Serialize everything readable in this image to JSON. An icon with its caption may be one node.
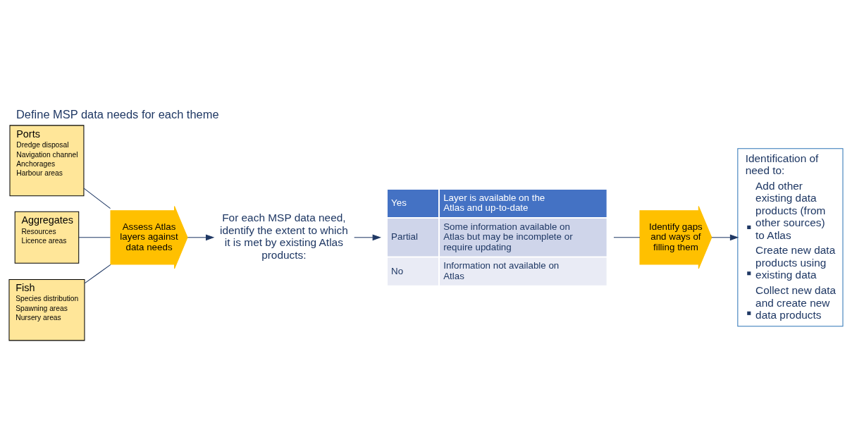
{
  "diagram": {
    "title": "Define MSP data needs for each theme",
    "nodes": [
      {
        "text": [
          "Ports",
          "Dredge disposal",
          "Navigation channel",
          "Anchorages",
          "Harbour areas"
        ]
      },
      {
        "text": [
          "Aggregates",
          "Resources",
          "Licence areas"
        ]
      },
      {
        "text": [
          "Fish",
          "Species distribution",
          "Spawning areas",
          "Nursery areas"
        ]
      },
      {
        "text": [
          "Assess Atlas layers against data needs"
        ]
      },
      {
        "text": [
          "For each MSP data need, identify the extent to which it is met by existing Atlas products:"
        ]
      },
      {
        "text": [
          "Yes",
          "Layer is available on the Atlas and up-to-date",
          "Partial",
          "Some information available on Atlas but may be incomplete or require updating",
          "No",
          "Information not available on Atlas"
        ]
      },
      {
        "text": [
          "Identify gaps and ways of filling them"
        ]
      },
      {
        "text": [
          "Identification of need to:",
          "Add other existing data products (from other sources) to Atlas",
          "Create new data products using existing data",
          "Collect new data and create new data products"
        ]
      }
    ],
    "edges": [
      {
        "from": 0,
        "to": 3,
        "arrow": "none"
      },
      {
        "from": 1,
        "to": 3,
        "arrow": "none"
      },
      {
        "from": 2,
        "to": 3,
        "arrow": "none"
      },
      {
        "from": 3,
        "to": 4,
        "arrow": "to"
      },
      {
        "from": 4,
        "to": 5,
        "arrow": "to"
      },
      {
        "from": 5,
        "to": 6,
        "arrow": "none"
      },
      {
        "from": 6,
        "to": 7,
        "arrow": "to"
      }
    ]
  }
}
